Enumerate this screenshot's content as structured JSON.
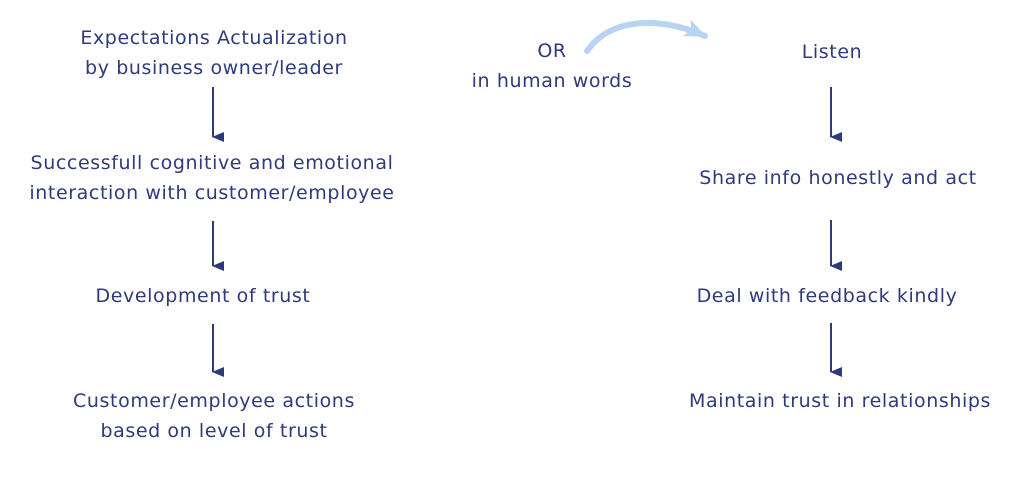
{
  "colors": {
    "text": "#2e3a7c",
    "arrow": "#2e3a7c",
    "curved_arrow": "#b8d4f2",
    "background": "#ffffff"
  },
  "left_flow": {
    "step_1": {
      "lines": [
        "Expectations Actualization",
        "by business owner/leader"
      ]
    },
    "step_2": {
      "lines": [
        "Successfull cognitive and emotional",
        "interaction with customer/employee"
      ]
    },
    "step_3": {
      "lines": [
        "Development of trust"
      ]
    },
    "step_4": {
      "lines": [
        "Customer/employee actions",
        "based on level of trust"
      ]
    }
  },
  "connector": {
    "lines": [
      "OR",
      "in human words"
    ]
  },
  "right_flow": {
    "step_1": {
      "lines": [
        "Listen"
      ]
    },
    "step_2": {
      "lines": [
        "Share info honestly and act"
      ]
    },
    "step_3": {
      "lines": [
        "Deal with feedback kindly"
      ]
    },
    "step_4": {
      "lines": [
        "Maintain trust in relationships"
      ]
    }
  }
}
